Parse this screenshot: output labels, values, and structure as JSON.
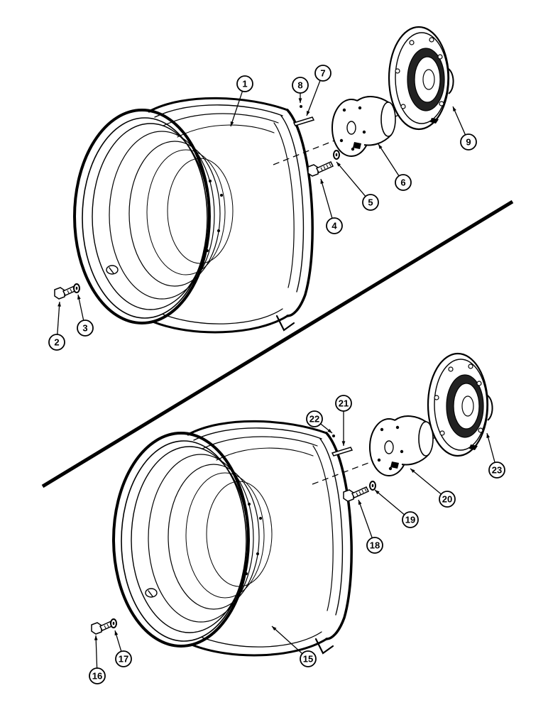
{
  "diagram": {
    "upper_assembly": {
      "callouts": [
        "1",
        "2",
        "3",
        "4",
        "5",
        "6",
        "7",
        "8",
        "9"
      ]
    },
    "lower_assembly": {
      "callouts": [
        "15",
        "16",
        "17",
        "18",
        "19",
        "20",
        "21",
        "22",
        "23"
      ]
    }
  }
}
